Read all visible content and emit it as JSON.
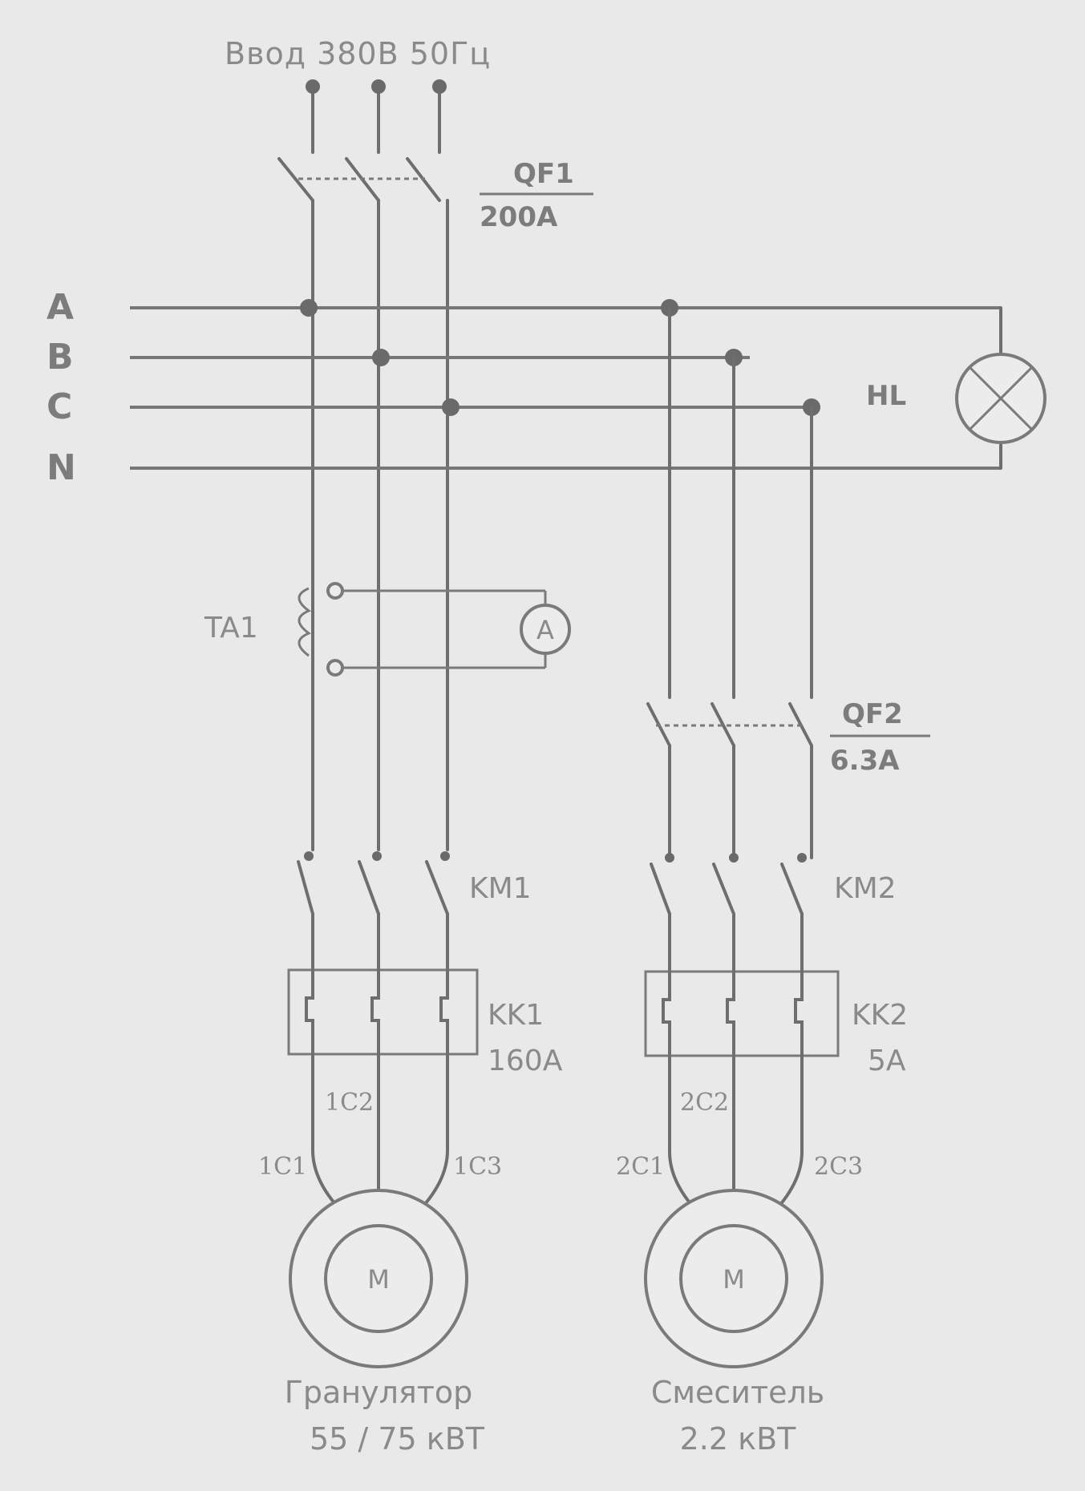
{
  "input": {
    "label": "Ввод 380В 50Гц"
  },
  "buses": {
    "a": "A",
    "b": "B",
    "c": "C",
    "n": "N"
  },
  "qf1": {
    "name": "QF1",
    "rating": "200A"
  },
  "qf2": {
    "name": "QF2",
    "rating": "6.3A"
  },
  "lamp": {
    "name": "HL"
  },
  "ta1": {
    "name": "TA1",
    "ammeter": "A"
  },
  "km1": {
    "name": "KM1"
  },
  "km2": {
    "name": "KM2"
  },
  "kk1": {
    "name": "KK1",
    "rating": "160A"
  },
  "kk2": {
    "name": "KK2",
    "rating": "5A"
  },
  "terminals1": {
    "c1": "1C1",
    "c2": "1C2",
    "c3": "1C3"
  },
  "terminals2": {
    "c1": "2C1",
    "c2": "2C2",
    "c3": "2C3"
  },
  "motor1": {
    "symbol": "M",
    "name": "Гранулятор",
    "power": "55 / 75 кВТ"
  },
  "motor2": {
    "symbol": "M",
    "name": "Смеситель",
    "power": "2.2 кВТ"
  },
  "colors": {
    "line": "#6e6e6e",
    "text": "#8a8a8a",
    "background": "#e9e9e9"
  }
}
